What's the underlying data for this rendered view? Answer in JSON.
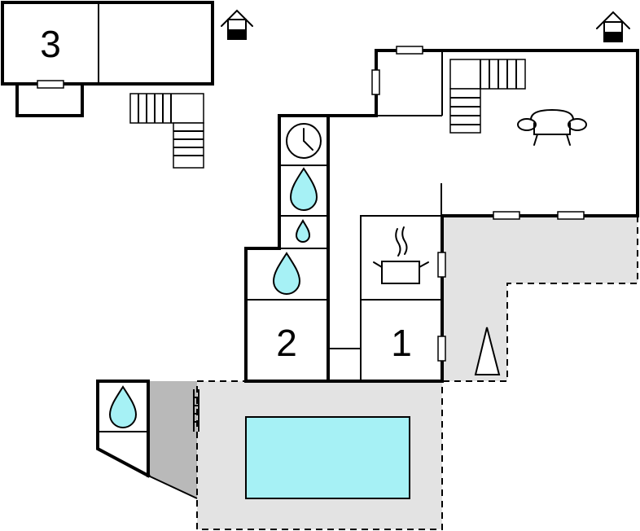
{
  "rooms": {
    "room_1": "1",
    "room_2": "2",
    "room_3": "3"
  },
  "colors": {
    "pool": "#a6f1f5",
    "terrace": "#e3e3e3",
    "dark_terrace": "#b9b9b9",
    "wall": "#000000"
  },
  "icons": [
    "house-icon",
    "clock-icon",
    "water-drop-icon",
    "cooking-pot-icon",
    "sofa-icon",
    "tree-icon",
    "stairs-icon"
  ]
}
